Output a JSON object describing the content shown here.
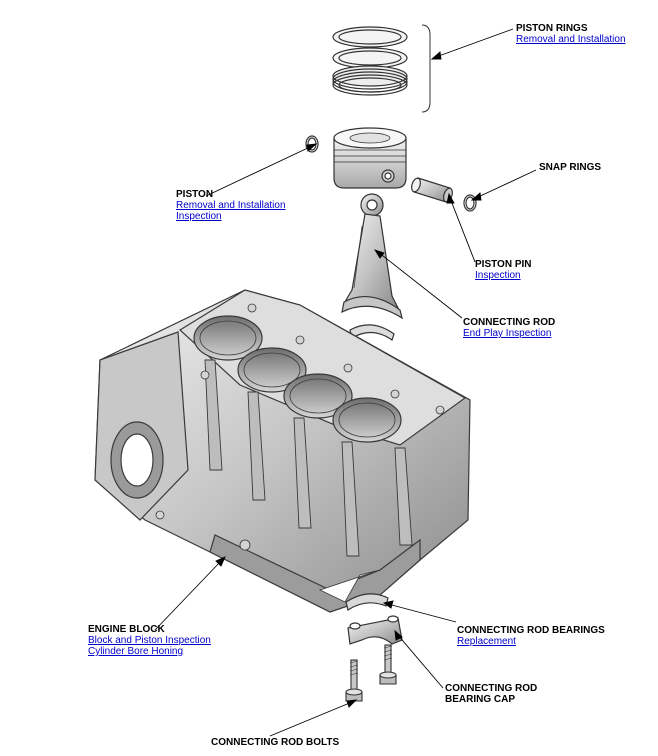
{
  "labels": {
    "piston_rings": {
      "title": "PISTON RINGS",
      "links": [
        "Removal and Installation"
      ]
    },
    "snap_rings": {
      "title": "SNAP RINGS",
      "links": []
    },
    "piston": {
      "title": "PISTON",
      "links": [
        "Removal and Installation",
        "Inspection"
      ]
    },
    "piston_pin": {
      "title": "PISTON PIN",
      "links": [
        "Inspection"
      ]
    },
    "connecting_rod": {
      "title": "CONNECTING ROD",
      "links": [
        "End Play Inspection"
      ]
    },
    "engine_block": {
      "title": "ENGINE BLOCK",
      "links": [
        "Block and Piston Inspection",
        "Cylinder Bore Honing"
      ]
    },
    "connecting_rod_bearings": {
      "title": "CONNECTING ROD BEARINGS",
      "links": [
        "Replacement"
      ]
    },
    "connecting_rod_bearing_cap": {
      "title": "CONNECTING ROD",
      "title2": "BEARING CAP",
      "links": []
    },
    "connecting_rod_bolts": {
      "title": "CONNECTING ROD BOLTS",
      "links": []
    }
  },
  "colors": {
    "link": "#0000cc",
    "line": "#000000",
    "metal_light": "#e6e6e6",
    "metal_mid": "#b8b8b8",
    "metal_dark": "#7a7a7a"
  }
}
